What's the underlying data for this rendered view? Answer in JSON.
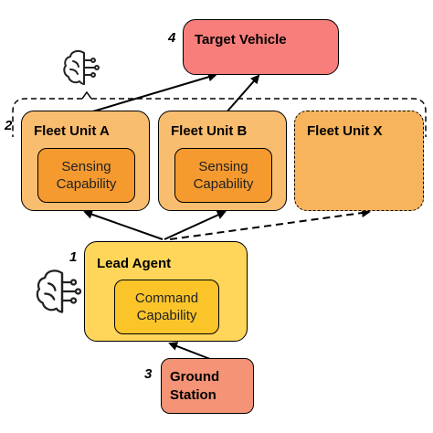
{
  "colors": {
    "target_fill": "#F87E7B",
    "fleet_fill": "#F9BD70",
    "fleet_inner_fill": "#F59A2E",
    "fleet_x_fill": "#F7B45D",
    "lead_fill": "#FFD65A",
    "lead_inner_fill": "#FBC52A",
    "ground_fill": "#F49376",
    "stroke": "#000000"
  },
  "icons": [
    "brain-circuit-icon"
  ],
  "nodes": {
    "target": {
      "number": "4",
      "title": "Target Vehicle"
    },
    "fleet_group": {
      "number": "2"
    },
    "unit_a": {
      "title": "Fleet Unit A",
      "inner_line1": "Sensing",
      "inner_line2": "Capability"
    },
    "unit_b": {
      "title": "Fleet Unit B",
      "inner_line1": "Sensing",
      "inner_line2": "Capability"
    },
    "unit_x": {
      "title": "Fleet Unit X"
    },
    "lead": {
      "number": "1",
      "title": "Lead Agent",
      "inner_line1": "Command",
      "inner_line2": "Capability"
    },
    "ground": {
      "number": "3",
      "line1": "Ground",
      "line2": "Station"
    }
  }
}
